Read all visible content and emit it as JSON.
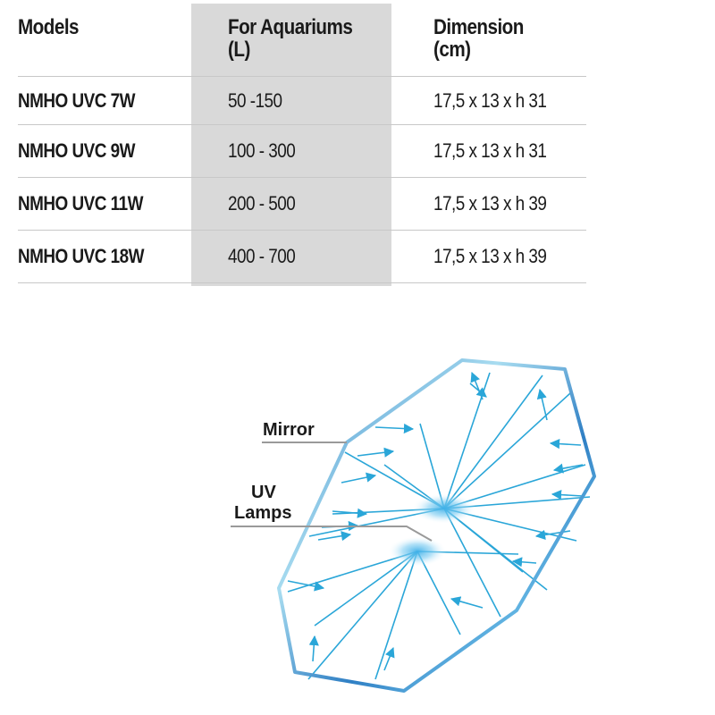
{
  "table": {
    "headers": [
      "Models",
      "For Aquariums\n(L)",
      "Dimension\n(cm)"
    ],
    "rows": [
      [
        "NMHO UVC 7W",
        "50 -150",
        "17,5 x 13 x h 31"
      ],
      [
        "NMHO UVC 9W",
        "100 - 300",
        "17,5 x 13 x h 31"
      ],
      [
        "NMHO UVC 11W",
        "200 - 500",
        "17,5 x 13 x h 39"
      ],
      [
        "NMHO UVC 18W",
        "400 - 700",
        "17,5 x 13 x h 39"
      ]
    ]
  },
  "diagram": {
    "label_mirror": "Mirror",
    "label_uv_line1": "UV",
    "label_uv_line2": "Lamps",
    "colors": {
      "frame_light": "#a8dcf0",
      "frame_dark": "#2f7fc4",
      "ray": "#2aa6d8",
      "lamp_glow": "#3fb0e8"
    }
  }
}
